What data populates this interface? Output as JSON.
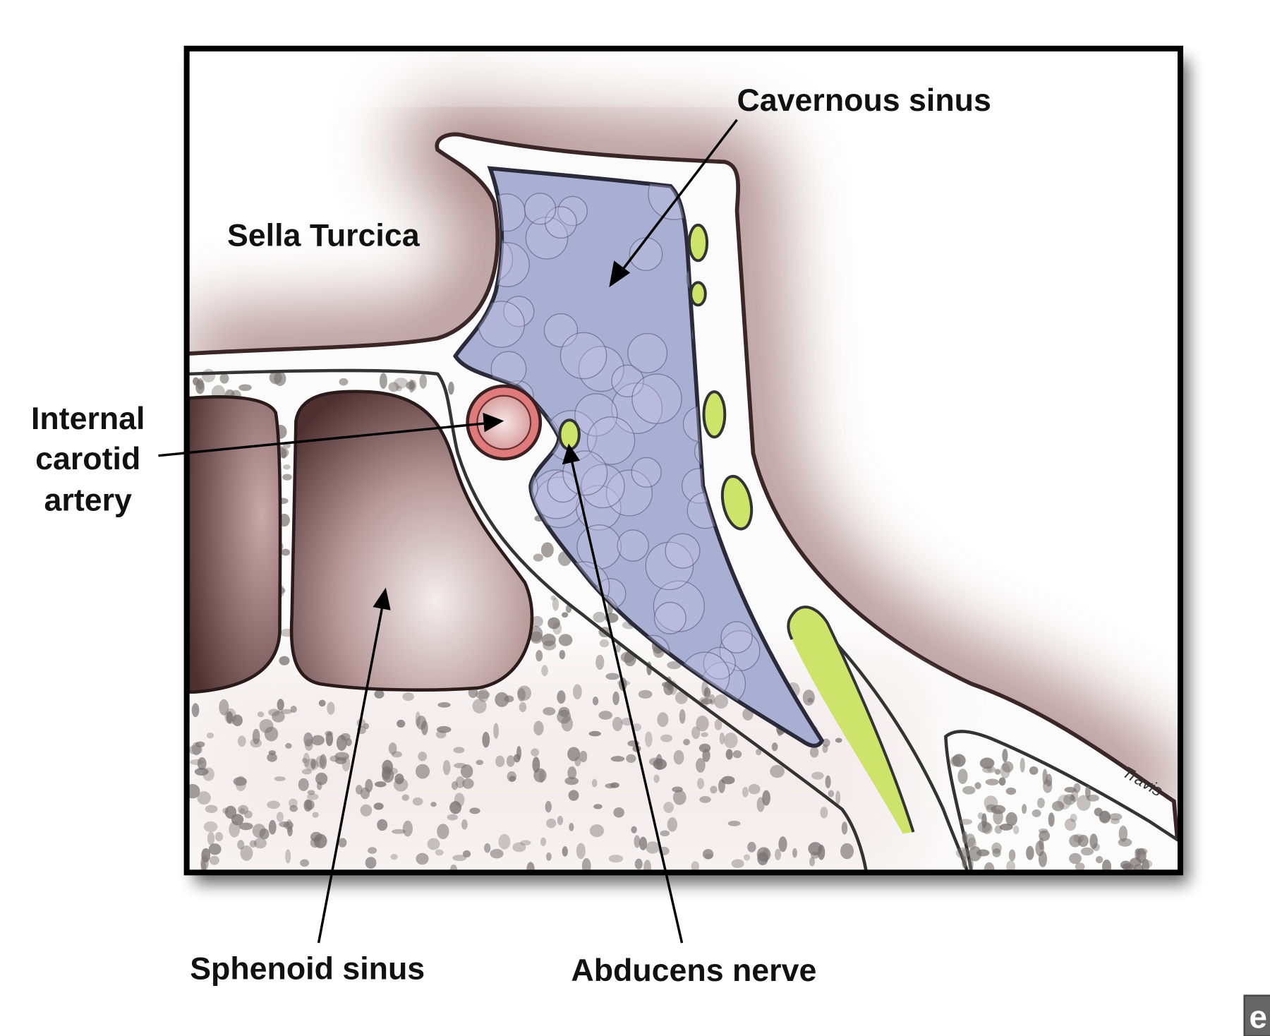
{
  "diagram": {
    "labels": {
      "cavernous_sinus": "Cavernous sinus",
      "sella_turcica": "Sella Turcica",
      "internal_carotid": [
        "Internal",
        "carotid",
        "artery"
      ],
      "sphenoid_sinus": "Sphenoid sinus",
      "abducens_nerve": "Abducens nerve"
    },
    "signature": "Travis",
    "logo_letter": "e",
    "colors": {
      "sinus_blue": "#a9aed3",
      "carotid_red": "#e07b7b",
      "nerve_green": "#cde36a",
      "cavity_brown": "#6e4b4b",
      "vignette": "#8a5a5a"
    }
  }
}
